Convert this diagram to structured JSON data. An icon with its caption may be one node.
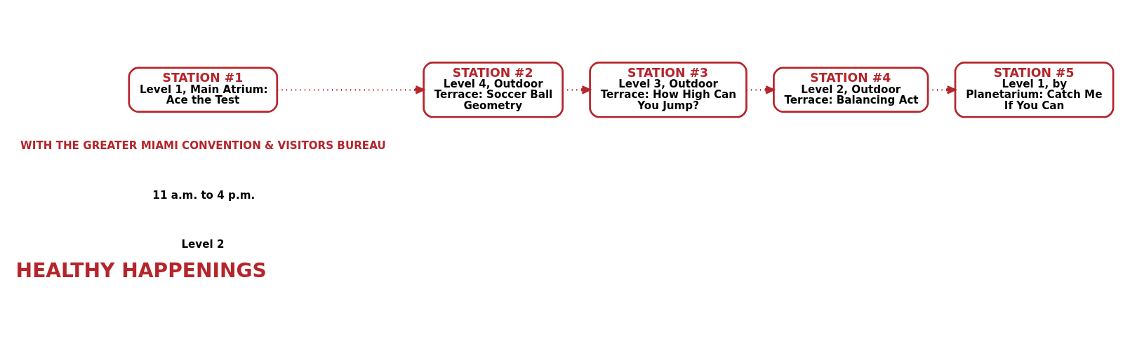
{
  "diagram": {
    "title": "HEALTHY HAPPENINGS",
    "nodes": [
      {
        "text": [
          "STATION #1",
          "Level 1, Main Atrium: Ace the Test"
        ]
      },
      {
        "text": [
          "STATION #2",
          "Level 4, Outdoor Terrace: Soccer Ball Geometry"
        ]
      },
      {
        "text": [
          "STATION #3",
          "Level 3, Outdoor Terrace: How High Can You Jump?"
        ]
      },
      {
        "text": [
          "STATION #4",
          "Level 2, Outdoor Terrace: Balancing Act"
        ]
      },
      {
        "text": [
          "STATION #5",
          "Level 1, by Planetarium: Catch Me If You Can"
        ]
      }
    ],
    "edges": [
      {
        "from": 0,
        "to": 1,
        "arrow": "to"
      },
      {
        "from": 1,
        "to": 2,
        "arrow": "to"
      },
      {
        "from": 2,
        "to": 3,
        "arrow": "to"
      },
      {
        "from": 3,
        "to": 4,
        "arrow": "to"
      }
    ],
    "labels": [
      "WITH THE GREATER MIAMI CONVENTION & VISITORS BUREAU",
      "11 a.m. to 4 p.m.",
      "Level 2"
    ]
  }
}
